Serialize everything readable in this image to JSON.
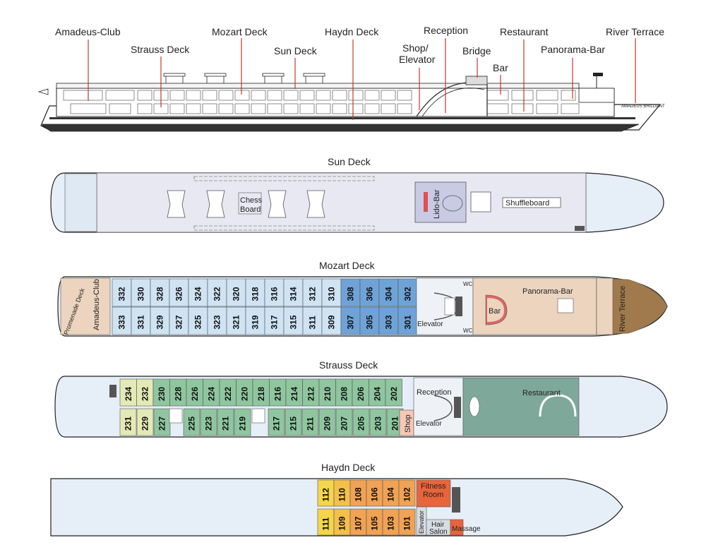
{
  "profile_labels": {
    "amadeus_club": "Amadeus-Club",
    "strauss_deck": "Strauss Deck",
    "mozart_deck": "Mozart Deck",
    "sun_deck": "Sun Deck",
    "haydn_deck": "Haydn Deck",
    "shop_elevator_1": "Shop/",
    "shop_elevator_2": "Elevator",
    "reception": "Reception",
    "bridge": "Bridge",
    "bar": "Bar",
    "restaurant": "Restaurant",
    "panorama_bar": "Panorama-Bar",
    "river_terrace": "River Terrace",
    "ship_name": "AMADEUS BRILLIANT"
  },
  "sun_deck": {
    "title": "Sun Deck",
    "chess_1": "Chess",
    "chess_2": "Board",
    "lido_bar": "Lido-Bar",
    "shuffleboard": "Shuffleboard"
  },
  "mozart_deck": {
    "title": "Mozart Deck",
    "promenade": "Promenade Deck",
    "amadeus_club": "Amadeus-Club",
    "top_row": [
      "332",
      "330",
      "328",
      "326",
      "324",
      "322",
      "320",
      "318",
      "316",
      "314",
      "312",
      "310",
      "308",
      "306",
      "304",
      "302"
    ],
    "bottom_row": [
      "333",
      "331",
      "329",
      "327",
      "325",
      "323",
      "321",
      "319",
      "317",
      "315",
      "311",
      "309",
      "307",
      "305",
      "303",
      "301"
    ],
    "elevator": "Elevator",
    "wc": "WC",
    "bar": "Bar",
    "panorama_bar": "Panorama-Bar",
    "river_terrace": "River Terrace"
  },
  "strauss_deck": {
    "title": "Strauss Deck",
    "top_row": [
      "234",
      "232",
      "230",
      "228",
      "226",
      "224",
      "222",
      "220",
      "218",
      "216",
      "214",
      "212",
      "210",
      "208",
      "206",
      "204",
      "202"
    ],
    "bottom_row": [
      "231",
      "229",
      "227",
      "225",
      "223",
      "221",
      "219",
      "217",
      "215",
      "211",
      "209",
      "207",
      "205",
      "203",
      "201"
    ],
    "shop": "Shop",
    "reception": "Reception",
    "elevator": "Elevator",
    "restaurant": "Restaurant"
  },
  "haydn_deck": {
    "title": "Haydn Deck",
    "top_row": [
      "112",
      "110",
      "108",
      "106",
      "104",
      "102"
    ],
    "bottom_row": [
      "111",
      "109",
      "107",
      "105",
      "103",
      "101"
    ],
    "fitness_1": "Fitness",
    "fitness_2": "Room",
    "elevator": "Elevator",
    "hair_1": "Hair",
    "hair_2": "Salon",
    "massage": "Massage"
  },
  "colors": {
    "cabin_light_blue": "#cfe3f3",
    "cabin_blue": "#6fa3d8",
    "cabin_light_green": "#e3eab5",
    "cabin_green": "#8fc6a0",
    "cabin_yellow": "#f5d64a",
    "cabin_orange": "#f1a253",
    "cabin_red": "#e8643a",
    "bar_tan": "#ecd4bf",
    "restaurant_green": "#7ea89a",
    "wood": "#a07a4c"
  }
}
